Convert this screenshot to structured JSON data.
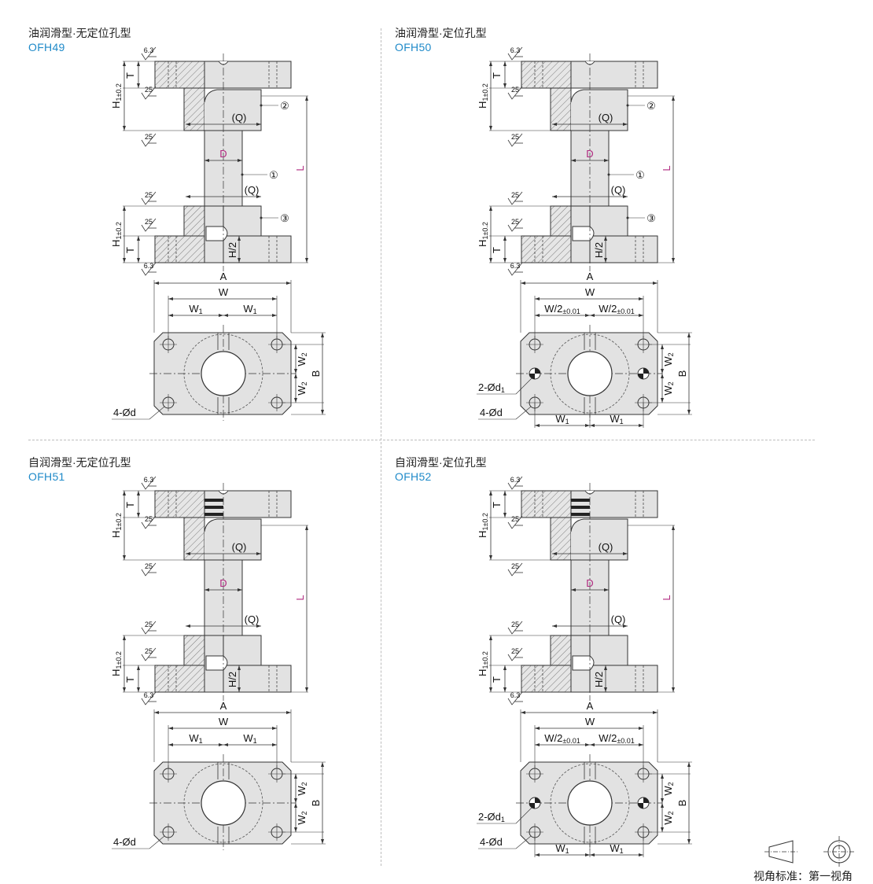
{
  "panels": [
    {
      "title": "油润滑型·无定位孔型",
      "code": "OFH49",
      "variant": "oil",
      "locating_pins": false
    },
    {
      "title": "油润滑型·定位孔型",
      "code": "OFH50",
      "variant": "oil",
      "locating_pins": true
    },
    {
      "title": "自润滑型·无定位孔型",
      "code": "OFH51",
      "variant": "self",
      "locating_pins": false
    },
    {
      "title": "自润滑型·定位孔型",
      "code": "OFH52",
      "variant": "self",
      "locating_pins": true
    }
  ],
  "labels": {
    "roughness_fine": "6.3",
    "roughness_coarse": "25",
    "H_tol": "H",
    "H_tol_sub": "1±0.2",
    "T": "T",
    "Q": "(Q)",
    "D": "D",
    "L": "L",
    "H_half": "H/2",
    "A": "A",
    "W": "W",
    "W1": "W",
    "W1_sub": "1",
    "W2": "W",
    "W2_sub": "2",
    "B": "B",
    "W_half": "W/2",
    "W_half_tol": "±0.01",
    "holes": "4-Ød",
    "pins": "2-Ød",
    "pins_sub": "1",
    "callout_1": "①",
    "callout_2": "②",
    "callout_3": "③"
  },
  "projection": {
    "label": "视角标准：第一视角"
  },
  "colors": {
    "code": "#1f8ac9",
    "part_fill": "#e2e2e2",
    "hatch": "#6f6f6f",
    "outline": "#333333",
    "dim_D": "#b0287f"
  }
}
